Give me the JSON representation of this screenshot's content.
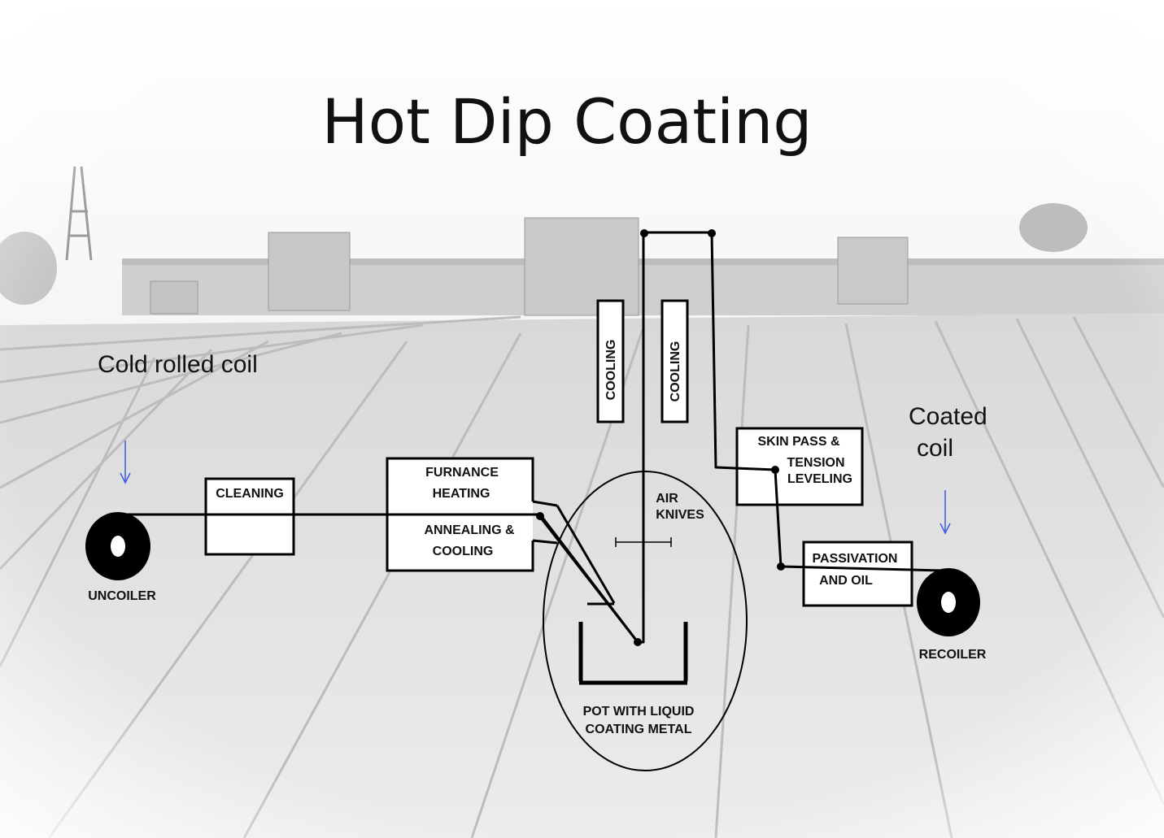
{
  "title": "Hot Dip Coating",
  "labels": {
    "cold_rolled_coil": "Cold rolled coil",
    "coated_coil_line1": "Coated",
    "coated_coil_line2": "coil",
    "uncoiler": "UNCOILER",
    "recoiler": "RECOILER",
    "cleaning": "CLEANING",
    "furnace_line1": "FURNANCE",
    "furnace_line2": "HEATING",
    "annealing_line1": "ANNEALING &",
    "annealing_line2": "COOLING",
    "cooling_1": "COOLING",
    "cooling_2": "COOLING",
    "air_knives_line1": "AIR",
    "air_knives_line2": "KNIVES",
    "pot_line1": "POT WITH LIQUID",
    "pot_line2": "COATING METAL",
    "skin_pass_line1": "SKIN PASS &",
    "skin_pass_line2": "TENSION",
    "skin_pass_line3": "LEVELING",
    "passivation_line1": "PASSIVATION",
    "passivation_line2": "AND OIL"
  },
  "colors": {
    "arrow": "#3b5bdb",
    "line": "#000000"
  }
}
